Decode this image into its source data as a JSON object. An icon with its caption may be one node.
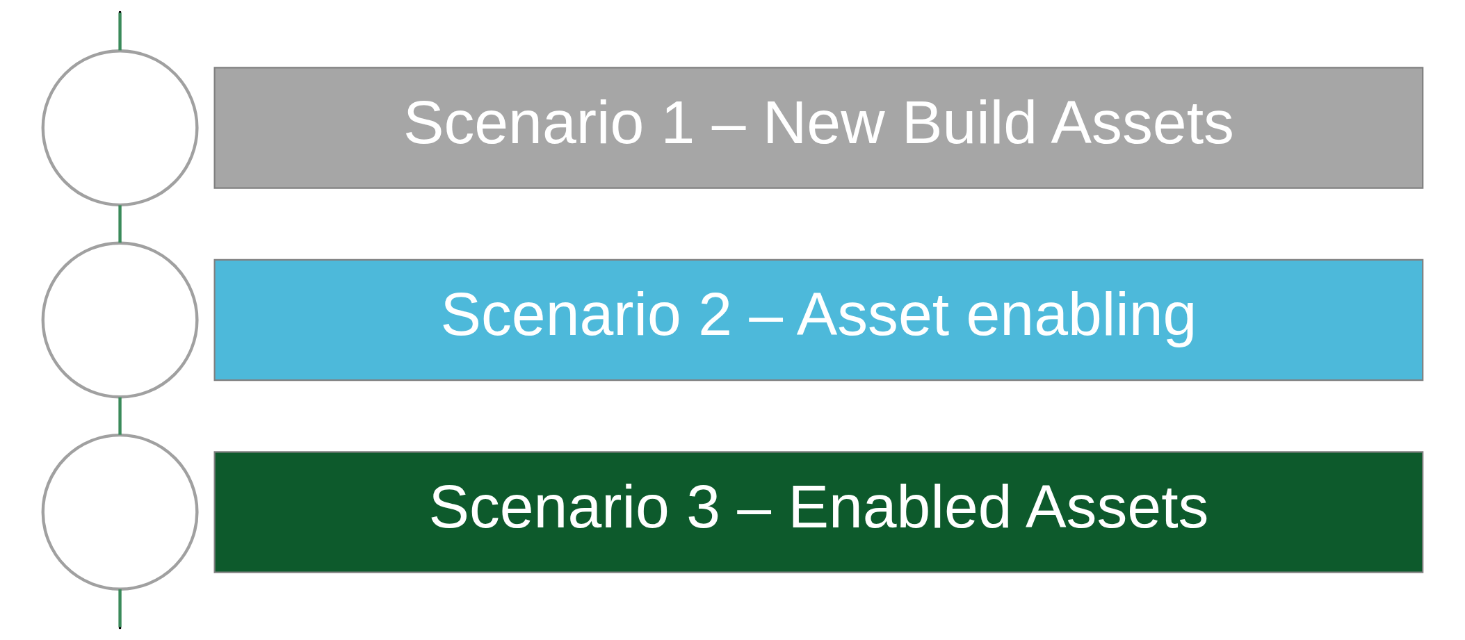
{
  "diagram": {
    "nodes": [
      {
        "text": [],
        "shape": "circle"
      },
      {
        "text": [
          "Scenario 1 – New Build Assets"
        ]
      },
      {
        "text": [],
        "shape": "circle"
      },
      {
        "text": [
          "Scenario 2 – Asset enabling"
        ]
      },
      {
        "text": [],
        "shape": "circle"
      },
      {
        "text": [
          "Scenario 3 – Enabled Assets"
        ]
      }
    ],
    "edges": [
      {
        "from": null,
        "to": 0,
        "arrow": "none"
      },
      {
        "from": 0,
        "to": 2,
        "arrow": "none"
      },
      {
        "from": 2,
        "to": 4,
        "arrow": "none"
      },
      {
        "from": 4,
        "to": null,
        "arrow": "none"
      }
    ]
  }
}
